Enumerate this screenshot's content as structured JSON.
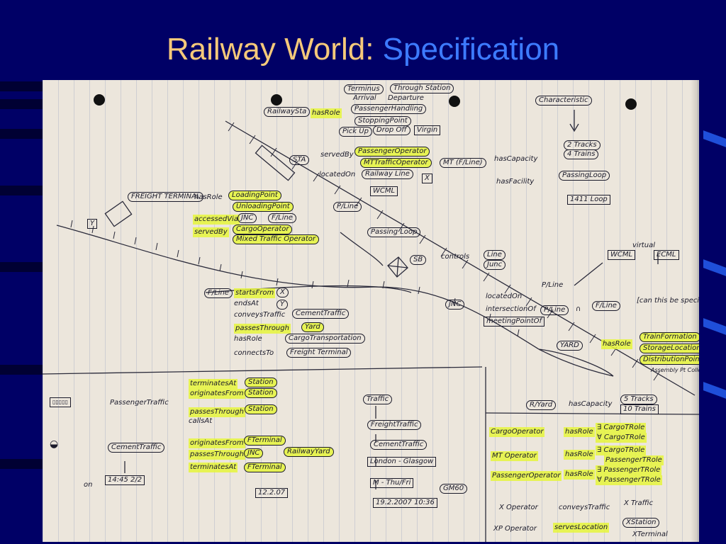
{
  "slide": {
    "title_main": "Railway World:",
    "title_sub": "Specification"
  },
  "notes": {
    "terminus": "Terminus",
    "through_station": "Through Station",
    "arrival": "Arrival",
    "departure": "Departure",
    "railway_sta": "RailwaySta",
    "has_role_1": "hasRole",
    "passenger_handling": "PassengerHandling",
    "stopping_point": "StoppingPoint",
    "pick_up": "Pick Up",
    "drop_off": "Drop Off",
    "virgin": "Virgin",
    "characteristic": "Characteristic",
    "tracks_2": "2 Tracks",
    "trains_4": "4 Trains",
    "sta": "STA",
    "served_by_1": "servedBy",
    "passenger_operator": "PassengerOperator",
    "mt_traffic_operator": "MTTrafficOperator",
    "located_on_1": "locatedOn",
    "railway_line": "Railway Line",
    "wcml": "WCML",
    "mt_f_line": "MT (F/Line)",
    "has_capacity_1": "hasCapacity",
    "has_facility": "hasFacility",
    "passing_loop_1": "PassingLoop",
    "loop_1411": "1411 Loop",
    "freight_terminal_1": "FREIGHT TERMINAL",
    "has_role_2": "hasRole",
    "loading_point": "LoadingPoint",
    "unloading_point": "UnloadingPoint",
    "accessed_via": "accessedVia",
    "jnc_1": "JNC",
    "f_line_1": "F/Line",
    "served_by_2": "servedBy",
    "cargo_operator_1": "CargoOperator",
    "mixed_traffic_operator": "Mixed Traffic Operator",
    "y_label": "Y",
    "p_line_1": "P/Line",
    "passing_loop_2": "Passing Loop",
    "sb": "SB",
    "controls": "controls",
    "line": "Line",
    "junc": "Junc",
    "wcml_2": "WCML",
    "ecml": "ECML",
    "virtual": "virtual",
    "f_line_2": "F/Line",
    "starts_from": "startsFrom",
    "x_oval": "X",
    "ends_at": "endsAt",
    "y_oval": "Y",
    "conveys_traffic": "conveysTraffic",
    "cement_traffic_1": "CementTraffic",
    "passes_through_1": "passesThrough",
    "yard_1": "Yard",
    "has_role_3": "hasRole",
    "cargo_transportation": "CargoTransportation",
    "connects_to": "connectsTo",
    "freight_terminal_2": "Freight Terminal",
    "x_box": "X",
    "jnc_2": "JNC",
    "located_on_2": "locatedOn",
    "intersection_of": "intersectionOf",
    "meeting_point_of": "meetingPointOf",
    "p_line_2": "P/Line",
    "p_line_3": "P/Line",
    "intersect_symbol": "∩",
    "f_line_3": "F/Line",
    "can_this_be_specified": "[can this be specified]",
    "yard_2": "YARD",
    "has_role_4": "hasRole",
    "train_formation": "TrainFormation",
    "storage_location": "StorageLocation",
    "distribution_point": "DistributionPoint",
    "assembly_collection": "Assembly Pt Collection Pt",
    "terminates_at": "terminatesAt",
    "originates_from": "originatesFrom",
    "station_1": "Station",
    "station_2": "Station",
    "passenger_traffic": "PassengerTraffic",
    "passes_through_2": "passesThrough",
    "calls_at": "callsAt",
    "station_3": "Station",
    "cement_traffic_2": "CementTraffic",
    "originates_from_2": "originatesFrom",
    "passes_through_3": "passesThrough",
    "terminates_at_2": "terminatesAt",
    "f_terminal_1": "FTerminal",
    "jnc_3": "JNC",
    "railway_yard": "RailwayYard",
    "f_terminal_2": "FTerminal",
    "time_1445": "14:45 2/2",
    "date_1": "12.2.07",
    "on": "on",
    "traffic": "Traffic",
    "freight_traffic": "FreightTraffic",
    "cement_traffic_3": "CementTraffic",
    "london_glasgow": "London - Glasgow",
    "m_thu_fri": "M - Thu/Fri",
    "gm60": "GM60",
    "date_time": "19.2.2007 10:36",
    "r_yard": "R/Yard",
    "has_capacity_2": "hasCapacity",
    "tracks_5": "5 Tracks",
    "trains_10": "10 Trains",
    "cargo_operator_2": "CargoOperator",
    "has_role_5": "hasRole",
    "cargo_role_1": "∃ CargoTRole",
    "cargo_role_2": "∀ CargoTRole",
    "mt_operator": "MT Operator",
    "has_role_6": "hasRole",
    "cargo_role_3": "∃ CargoTRole",
    "passenger_role_1": "PassengerTRole",
    "passenger_operator_2": "PassengerOperator",
    "has_role_7": "hasRole",
    "passenger_role_2": "∃ PassengerTRole",
    "passenger_role_3": "∀ PassengerTRole",
    "x_operator": "X Operator",
    "conveys_traffic_2": "conveysTraffic",
    "x_traffic": "X Traffic",
    "xp_operator": "XP Operator",
    "serves_location": "servesLocation",
    "x_station": "XStation",
    "x_terminal": "XTerminal"
  }
}
